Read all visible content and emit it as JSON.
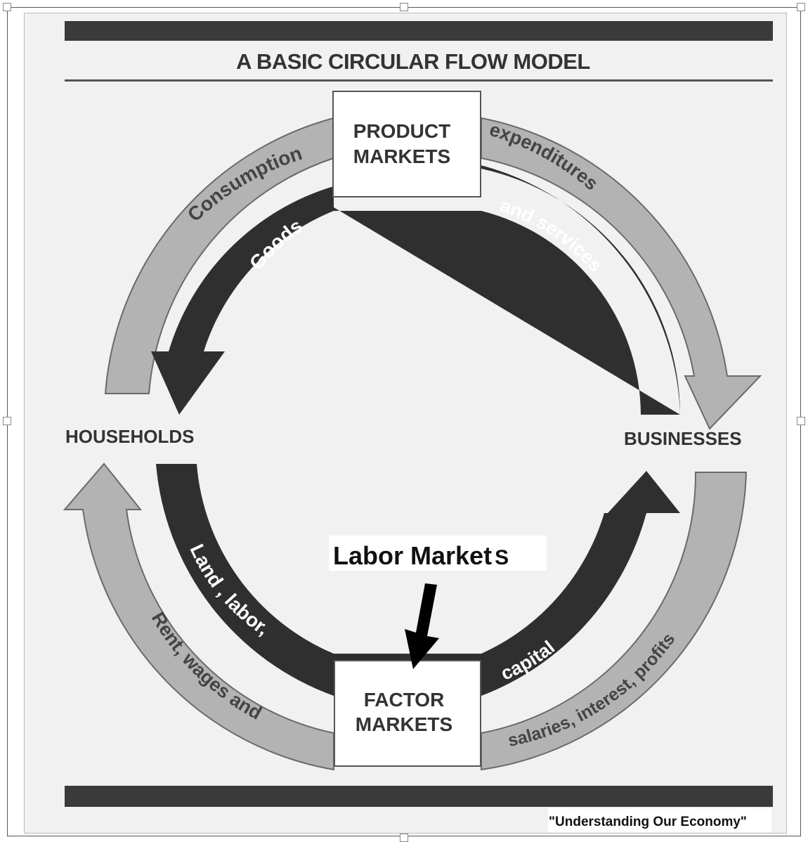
{
  "title": "A BASIC CIRCULAR FLOW MODEL",
  "boxes": {
    "product_line1": "PRODUCT",
    "product_line2": "MARKETS",
    "factor_line1": "FACTOR",
    "factor_line2": "MARKETS"
  },
  "nodes": {
    "households": "HOUSEHOLDS",
    "businesses": "BUSINESSES"
  },
  "flows": {
    "consumption": "Consumption",
    "expenditures": "expenditures",
    "goods": "Goods",
    "and_services": "and services",
    "land_labor": "Land , labor,",
    "capital": "capital",
    "rent_wages": "Rent, wages and",
    "salaries": "salaries, interest, profits"
  },
  "annotation": {
    "main": "Labor Market",
    "suffix": "S"
  },
  "source": "\"Understanding Our Economy\"",
  "colors": {
    "dark_band": "#3a3a3a",
    "outer_arrow": "#b3b3b3",
    "outer_arrow_stroke": "#6a6a6a",
    "inner_arrow": "#2f2f2f",
    "box_fill": "#ffffff",
    "text_dark": "#333333"
  }
}
